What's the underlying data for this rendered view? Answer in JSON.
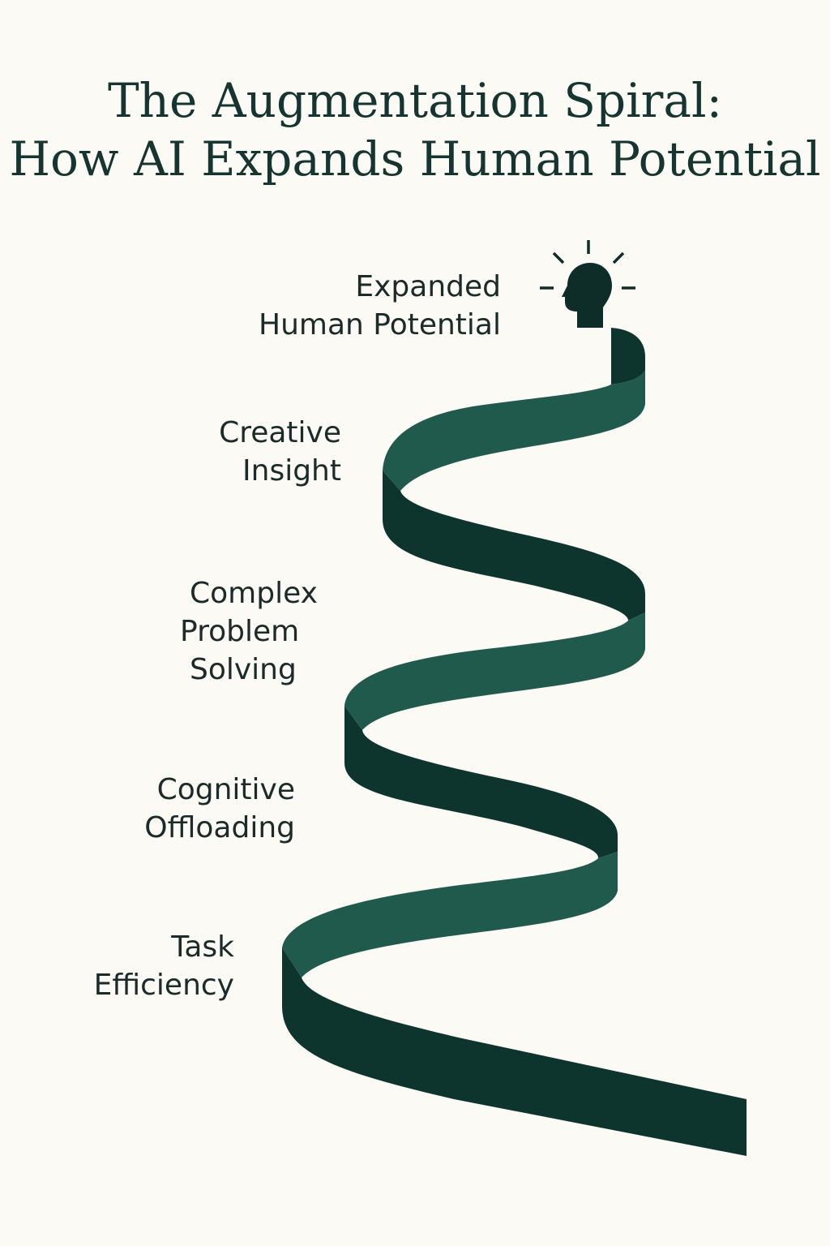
{
  "title": {
    "line1": "The Augmentation Spiral:",
    "line2": "How AI Expands Human Potential"
  },
  "stages": [
    {
      "id": "task-efficiency",
      "lines": [
        "Task",
        "Efficiency"
      ]
    },
    {
      "id": "cognitive-offloading",
      "lines": [
        "Cognitive",
        "Offloading"
      ]
    },
    {
      "id": "complex-problem-solving",
      "lines": [
        "Complex",
        "Problem",
        "Solving"
      ]
    },
    {
      "id": "creative-insight",
      "lines": [
        "Creative",
        "Insight"
      ]
    },
    {
      "id": "expanded-human-potential",
      "lines": [
        "Expanded",
        "Human Potential"
      ]
    }
  ],
  "icon": {
    "name": "idea-head-icon"
  },
  "colors": {
    "background": "#fbfaf4",
    "ribbon_front": "#1f5a4d",
    "ribbon_back": "#0d342d",
    "text": "#1a2b29",
    "title": "#173530"
  }
}
